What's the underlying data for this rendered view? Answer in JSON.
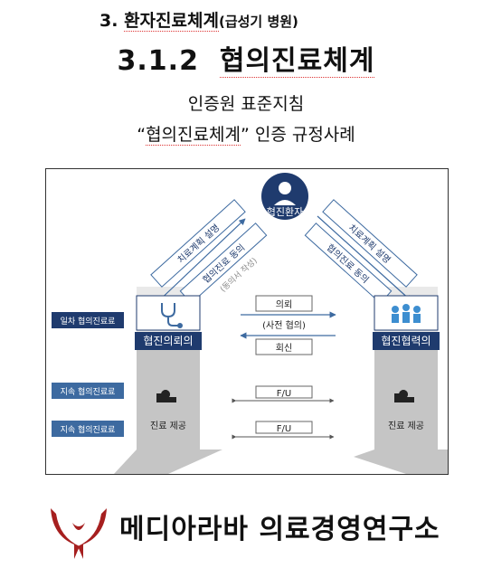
{
  "header": {
    "section_num": "3.",
    "section_title": "환자진료체계",
    "section_sub": "(급성기 병원)",
    "title_num": "3.1.2",
    "title_text": "협의진료체계",
    "line1": "인증원 표준지침",
    "line2_open": "“",
    "line2_quoted": "협의진료체계",
    "line2_close": "”",
    "line2_rest": " 인증 규정사례"
  },
  "diagram": {
    "patient_label": "협진환자",
    "left_box_label": "협진의뢰의",
    "right_box_label": "협진협력의",
    "left_arrow_outer": "치료계획 설명",
    "left_arrow_inner": "협의진료 동의",
    "left_arrow_note": "(동의서 작성)",
    "right_arrow_outer": "치료계획 설명",
    "right_arrow_inner": "협의진료 동의",
    "request_label": "의뢰",
    "pre_consult_label": "(사전 협의)",
    "reply_label": "회신",
    "fu1_label": "F/U",
    "fu2_label": "F/U",
    "row_label_1": "일차 협의진료료",
    "row_label_2": "지속 협의진료료",
    "row_label_3": "지속 협의진료료",
    "left_care_label": "진료 제공",
    "right_care_label": "진료 제공",
    "colors": {
      "navy": "#1f3b6e",
      "steel": "#3d6aa0",
      "gray_arrow": "#bfbfbf"
    }
  },
  "footer": {
    "org_name": "메디아라바 의료경영연구소",
    "logo_icon": "horns-logo-icon",
    "logo_color": "#a61f1f"
  }
}
